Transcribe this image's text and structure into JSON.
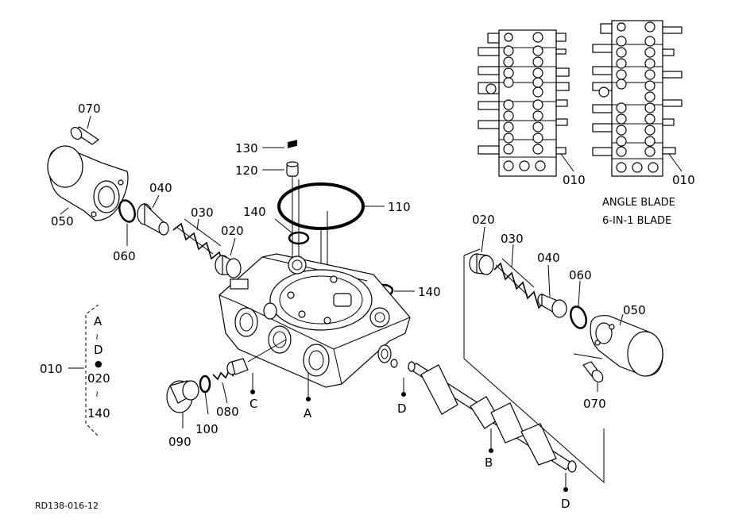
{
  "labels": {
    "p070_top": "070",
    "p050_left": "050",
    "p060_left": "060",
    "p040_left": "040",
    "p030_left": "030",
    "p020_left": "020",
    "p130": "130",
    "p120": "120",
    "p140_top": "140",
    "p110": "110",
    "p140_right": "140",
    "p020_right": "020",
    "p030_right": "030",
    "p040_right": "040",
    "p060_right": "060",
    "p050_right": "050",
    "p070_right": "070",
    "p010_main": "010",
    "p010_inset1": "010",
    "p010_inset2": "010",
    "p080": "080",
    "p090": "090",
    "p100": "100",
    "marker_a": "A",
    "marker_b": "B",
    "marker_c": "C",
    "marker_d1": "D",
    "marker_d2": "D"
  },
  "range_legend": {
    "start": "A",
    "tilde1": "≀",
    "end": "D",
    "dot": "●",
    "start2": "020",
    "tilde2": "≀",
    "end2": "140"
  },
  "notes": {
    "line1": "ANGLE BLADE",
    "line2": "6-IN-1 BLADE"
  },
  "reference": "RD138-016-12"
}
